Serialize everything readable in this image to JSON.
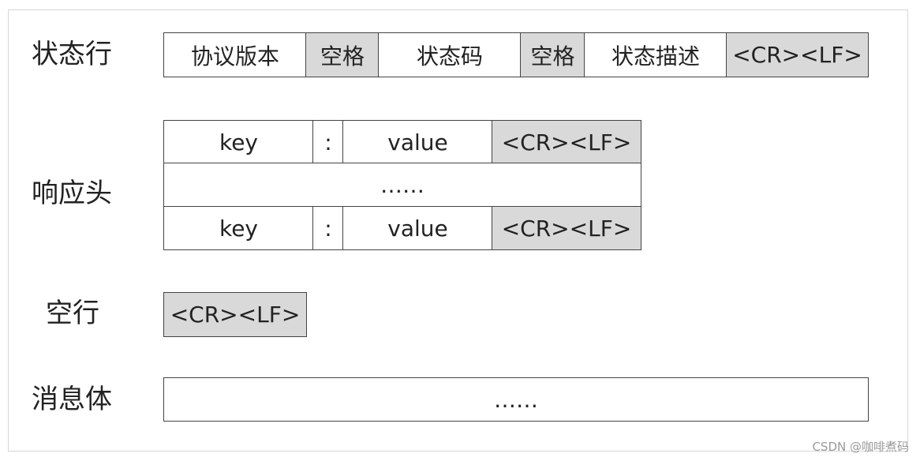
{
  "rows": {
    "status_line": {
      "label": "状态行",
      "cells": [
        "协议版本",
        "空格",
        "状态码",
        "空格",
        "状态描述",
        "<CR><LF>"
      ]
    },
    "response_header": {
      "label": "响应头",
      "line1": [
        "key",
        ":",
        "value",
        "<CR><LF>"
      ],
      "ellipsis": "……",
      "line2": [
        "key",
        ":",
        "value",
        "<CR><LF>"
      ]
    },
    "blank_line": {
      "label": "空行",
      "cell": "<CR><LF>"
    },
    "message_body": {
      "label": "消息体",
      "cell": "……"
    }
  },
  "colors": {
    "gray_cell": "#d9d9d9",
    "border": "#444444"
  },
  "watermark": "CSDN @咖啡煮码"
}
